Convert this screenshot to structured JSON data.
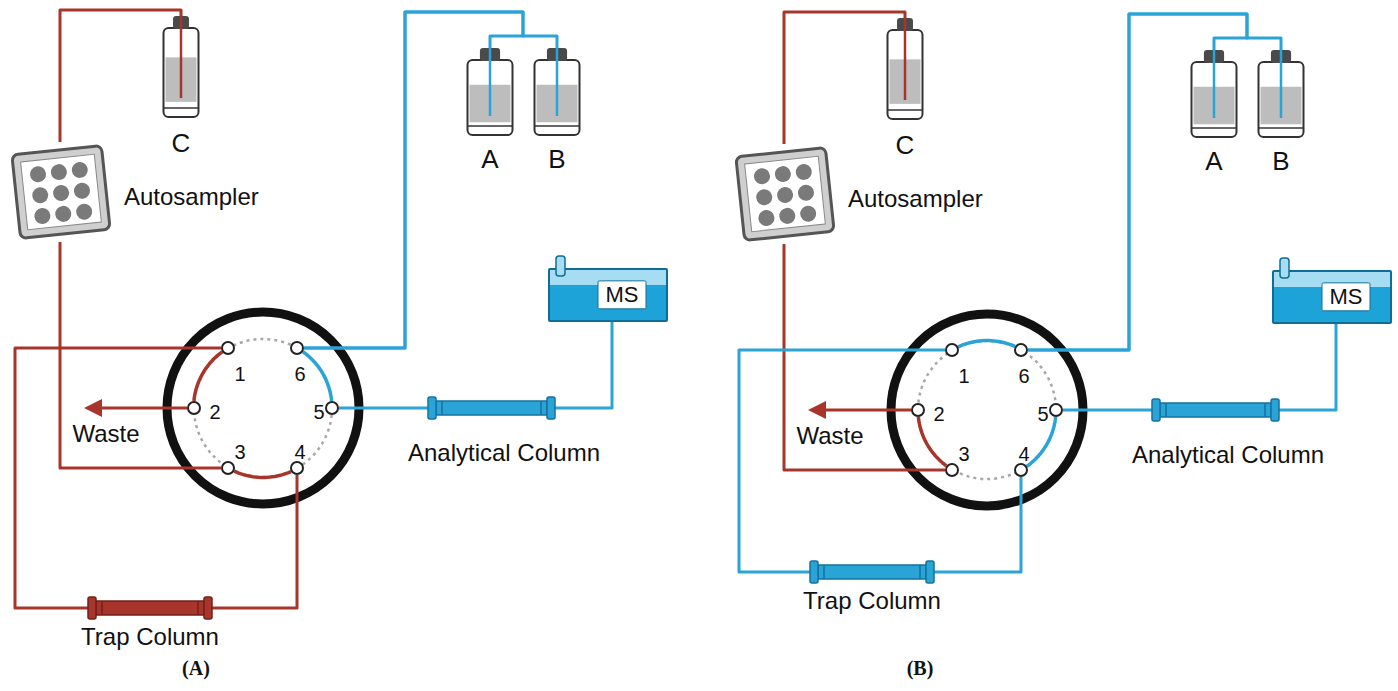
{
  "diagram": {
    "nodes": [
      {
        "text": [
          "C"
        ]
      },
      {
        "text": [
          "Autosampler"
        ]
      },
      {
        "text": [
          "A"
        ]
      },
      {
        "text": [
          "B"
        ]
      },
      {
        "text": [
          "1"
        ]
      },
      {
        "text": [
          "2"
        ]
      },
      {
        "text": [
          "3"
        ]
      },
      {
        "text": [
          "4"
        ]
      },
      {
        "text": [
          "5"
        ]
      },
      {
        "text": [
          "6"
        ]
      },
      {
        "text": [
          "Analytical Column"
        ]
      },
      {
        "text": [
          "MS"
        ]
      },
      {
        "text": [
          "Trap Column"
        ]
      },
      {
        "text": [
          "C"
        ]
      },
      {
        "text": [
          "Autosampler"
        ]
      },
      {
        "text": [
          "A"
        ]
      },
      {
        "text": [
          "B"
        ]
      },
      {
        "text": [
          "1"
        ]
      },
      {
        "text": [
          "2"
        ]
      },
      {
        "text": [
          "3"
        ]
      },
      {
        "text": [
          "4"
        ]
      },
      {
        "text": [
          "5"
        ]
      },
      {
        "text": [
          "6"
        ]
      },
      {
        "text": [
          "Analytical Column"
        ]
      },
      {
        "text": [
          "MS"
        ]
      },
      {
        "text": [
          "Trap Column"
        ]
      }
    ],
    "edges": [
      {
        "from": 0,
        "to": 1,
        "arrow": "none"
      },
      {
        "from": 1,
        "to": 6,
        "arrow": "none"
      },
      {
        "from": 2,
        "to": 9,
        "arrow": "none"
      },
      {
        "from": 3,
        "to": 9,
        "arrow": "none"
      },
      {
        "from": 8,
        "to": 10,
        "arrow": "none"
      },
      {
        "from": 10,
        "to": 11,
        "arrow": "none"
      },
      {
        "from": 4,
        "to": 12,
        "arrow": "none"
      },
      {
        "from": 12,
        "to": 7,
        "arrow": "none"
      },
      {
        "from": 4,
        "to": 5,
        "arrow": "none"
      },
      {
        "from": 6,
        "to": 7,
        "arrow": "none"
      },
      {
        "from": 8,
        "to": 9,
        "arrow": "none"
      },
      {
        "from": 13,
        "to": 14,
        "arrow": "none"
      },
      {
        "from": 14,
        "to": 19,
        "arrow": "none"
      },
      {
        "from": 15,
        "to": 22,
        "arrow": "none"
      },
      {
        "from": 16,
        "to": 22,
        "arrow": "none"
      },
      {
        "from": 21,
        "to": 23,
        "arrow": "none"
      },
      {
        "from": 23,
        "to": 24,
        "arrow": "none"
      },
      {
        "from": 17,
        "to": 25,
        "arrow": "none"
      },
      {
        "from": 25,
        "to": 20,
        "arrow": "none"
      },
      {
        "from": 17,
        "to": 22,
        "arrow": "none"
      },
      {
        "from": 18,
        "to": 19,
        "arrow": "none"
      },
      {
        "from": 20,
        "to": 21,
        "arrow": "none"
      }
    ],
    "labels": [
      "Waste",
      "Waste",
      "(A)",
      "(B)"
    ]
  }
}
